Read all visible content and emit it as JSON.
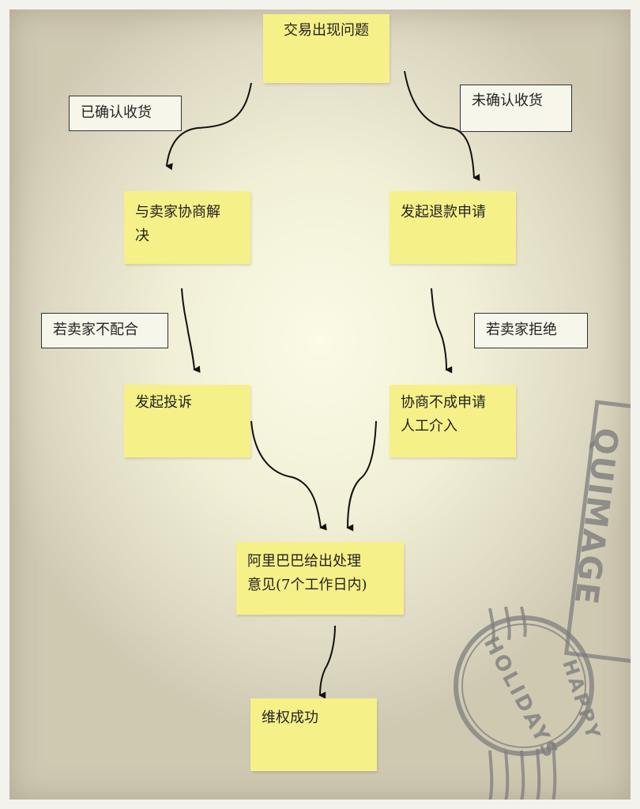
{
  "nodes": {
    "problem": "交易出现问题",
    "negotiate": "与卖家协商解\n决",
    "refund": "发起退款申请",
    "complaint": "发起投诉",
    "intervene": "协商不成申请\n人工介入",
    "alibaba": "阿里巴巴给出处理\n意见(7个工作日内)",
    "success": "维权成功"
  },
  "labels": {
    "confirmed": "已确认收货",
    "unconfirmed": "未确认收货",
    "uncooperative": "若卖家不配合",
    "rejected": "若卖家拒绝"
  },
  "watermark": {
    "brand": "QUIMAGE",
    "stamp_top": "HOLIDAYS",
    "stamp_right": "HAPPY"
  },
  "colors": {
    "note": "#f6f089",
    "arrow": "#111111",
    "stamp": "#7d7d7d"
  }
}
